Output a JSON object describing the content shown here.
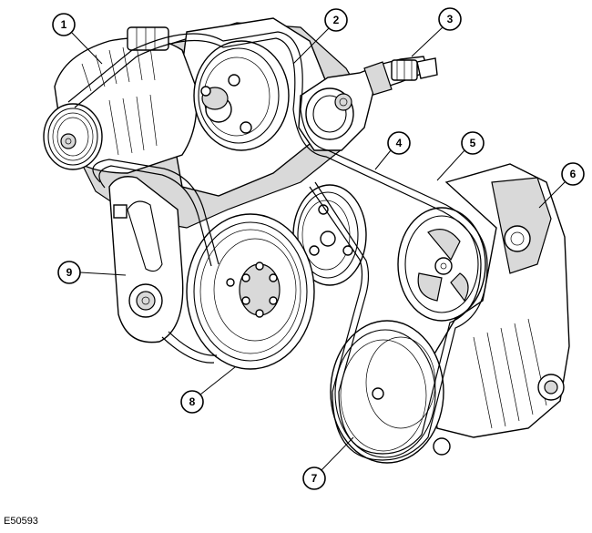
{
  "callouts": [
    "1",
    "2",
    "3",
    "4",
    "5",
    "6",
    "7",
    "8",
    "9"
  ],
  "figure_reference": "E50593",
  "colors": {
    "line": "#000000",
    "fill": "#ffffff",
    "shade": "#d9d9d9"
  }
}
